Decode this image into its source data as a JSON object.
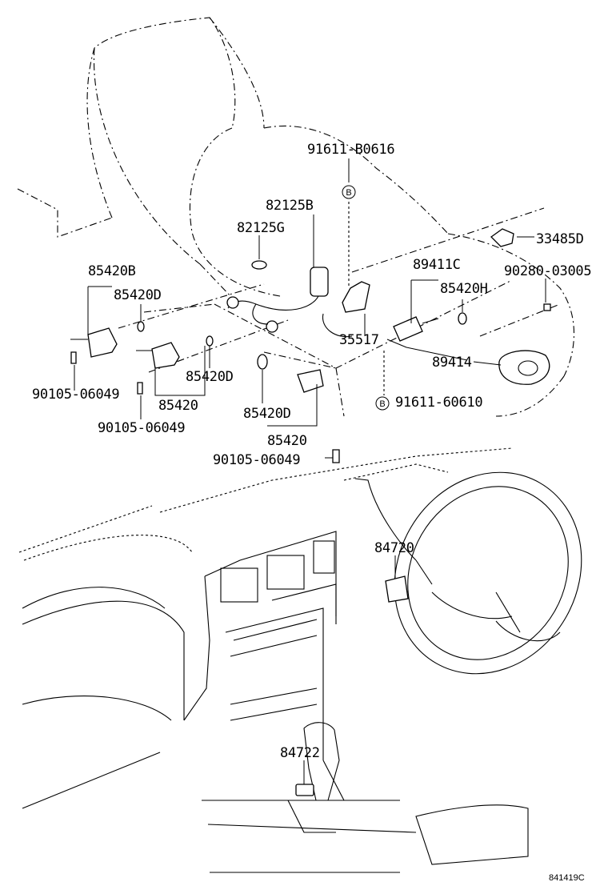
{
  "figure_code": "841419C",
  "badge_letter": "B",
  "labels": {
    "p91611_B0616": "91611-B0616",
    "p82125B": "82125B",
    "p82125G": "82125G",
    "p33485D": "33485D",
    "p85420B": "85420B",
    "p85420D_a": "85420D",
    "p89411C": "89411C",
    "p90280_03005": "90280-03005",
    "p85420H": "85420H",
    "p35517": "35517",
    "p89414": "89414",
    "p91611_60610": "91611-60610",
    "p90105_06049_a": "90105-06049",
    "p85420D_b": "85420D",
    "p85420_a": "85420",
    "p90105_06049_b": "90105-06049",
    "p85420D_c": "85420D",
    "p85420_b": "85420",
    "p90105_06049_c": "90105-06049",
    "p84720": "84720",
    "p84722": "84722"
  }
}
